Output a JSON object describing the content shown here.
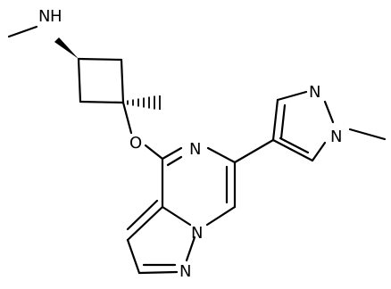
{
  "atoms": {
    "amine_nitrogen": "N",
    "amine_hydrogen": "H",
    "ether_oxygen": "O",
    "pyrazine_nitrogen": "N",
    "bridgehead_nitrogen": "N",
    "pyrazolo_nitrogen": "N",
    "methylpyrazole_n2": "N",
    "methylpyrazole_n1": "N"
  }
}
